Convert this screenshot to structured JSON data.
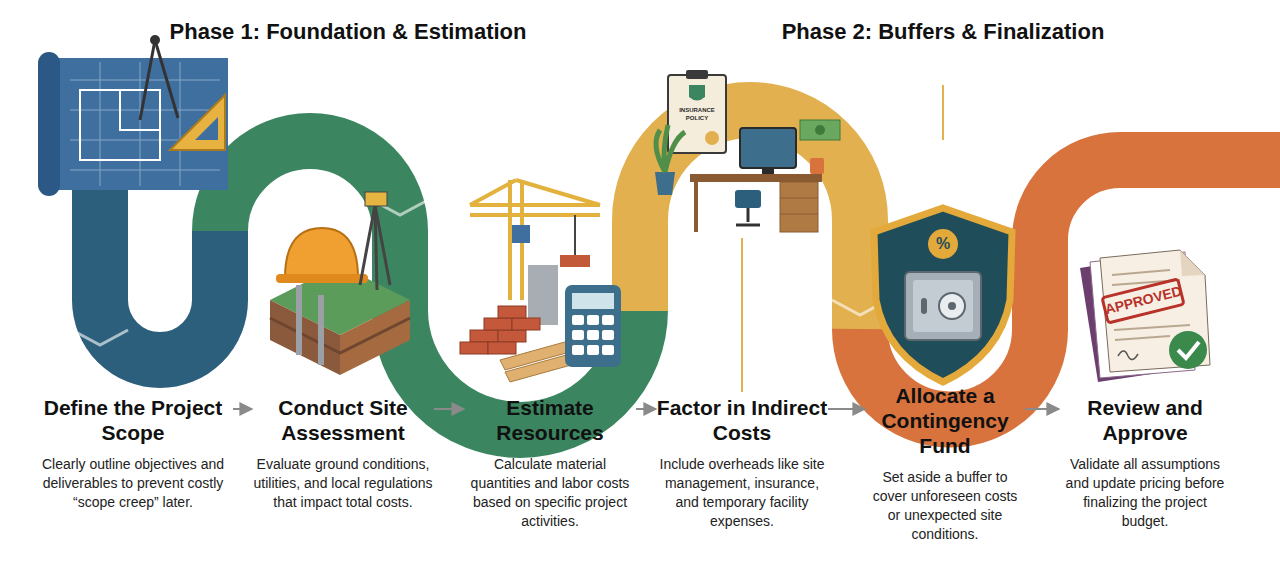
{
  "diagram": {
    "nodes": [
      {
        "text": [
          "Define the Project Scope",
          "Clearly outline objectives and deliverables to prevent costly “scope creep” later."
        ]
      },
      {
        "text": [
          "Conduct Site Assessment",
          "Evaluate ground conditions, utilities, and local regulations that impact total costs."
        ]
      },
      {
        "text": [
          "Estimate Resources",
          "Calculate material quantities and labor costs based on specific project activities."
        ]
      },
      {
        "text": [
          "Factor in Indirect Costs",
          "Include overheads like site management, insurance, and temporary facility expenses."
        ]
      },
      {
        "text": [
          "Allocate a Contingency Fund",
          "Set aside a buffer to cover unforeseen costs or unexpected site conditions."
        ]
      },
      {
        "text": [
          "Review and Approve",
          "Validate all assumptions and update pricing before finalizing the project budget."
        ]
      }
    ],
    "edges": [
      {
        "from": 0,
        "to": 1,
        "arrow": "to"
      },
      {
        "from": 1,
        "to": 2,
        "arrow": "to"
      },
      {
        "from": 2,
        "to": 3,
        "arrow": "to"
      },
      {
        "from": 3,
        "to": 4,
        "arrow": "to"
      },
      {
        "from": 4,
        "to": 5,
        "arrow": "to"
      }
    ],
    "labels": [
      "Phase 1: Foundation & Estimation",
      "Phase 2: Buffers & Finalization",
      "INSURANCE POLICY",
      "%",
      "APPROVED"
    ]
  }
}
